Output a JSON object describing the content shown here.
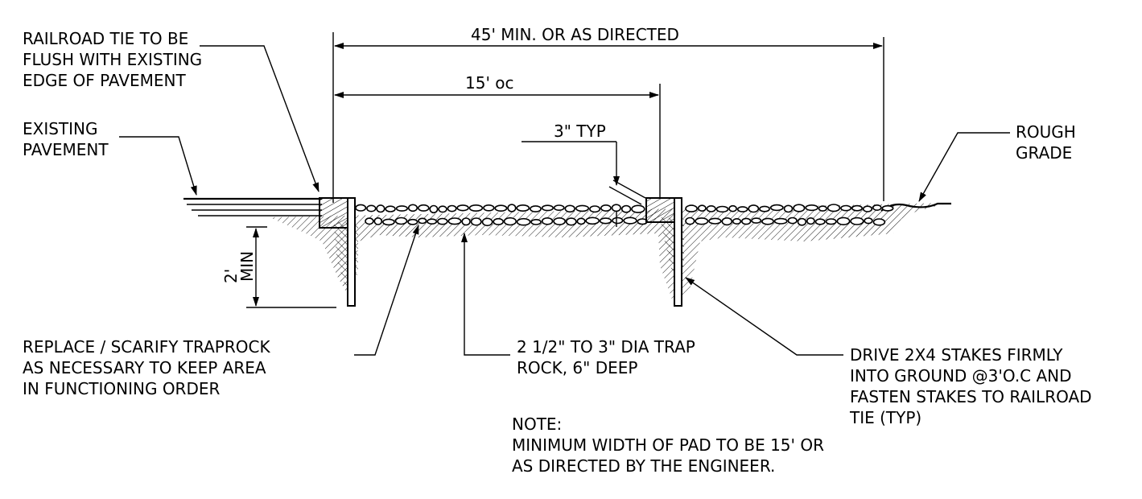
{
  "labels": {
    "overall_dim": "45' MIN. OR AS DIRECTED",
    "spacing_dim": "15' oc",
    "thickness_dim": "3\" TYP",
    "depth_dim_a": "2'",
    "depth_dim_b": "MIN",
    "tie_note": [
      "RAILROAD TIE TO BE",
      "FLUSH WITH EXISTING",
      "EDGE OF PAVEMENT"
    ],
    "pavement_note": [
      "EXISTING",
      "PAVEMENT"
    ],
    "grade_note": [
      "ROUGH",
      "GRADE"
    ],
    "replace_note": [
      "REPLACE / SCARIFY TRAPROCK",
      "AS NECESSARY TO KEEP AREA",
      "IN FUNCTIONING ORDER"
    ],
    "rock_note": [
      "2 1/2\" TO 3\" DIA TRAP",
      "ROCK, 6\" DEEP"
    ],
    "stake_note": [
      "DRIVE 2X4 STAKES FIRMLY",
      "INTO GROUND @3'O.C AND",
      "FASTEN STAKES TO RAILROAD",
      "TIE (TYP)"
    ],
    "general_note": [
      "NOTE:",
      "MINIMUM WIDTH OF PAD TO BE 15' OR",
      "AS DIRECTED BY THE ENGINEER."
    ]
  }
}
